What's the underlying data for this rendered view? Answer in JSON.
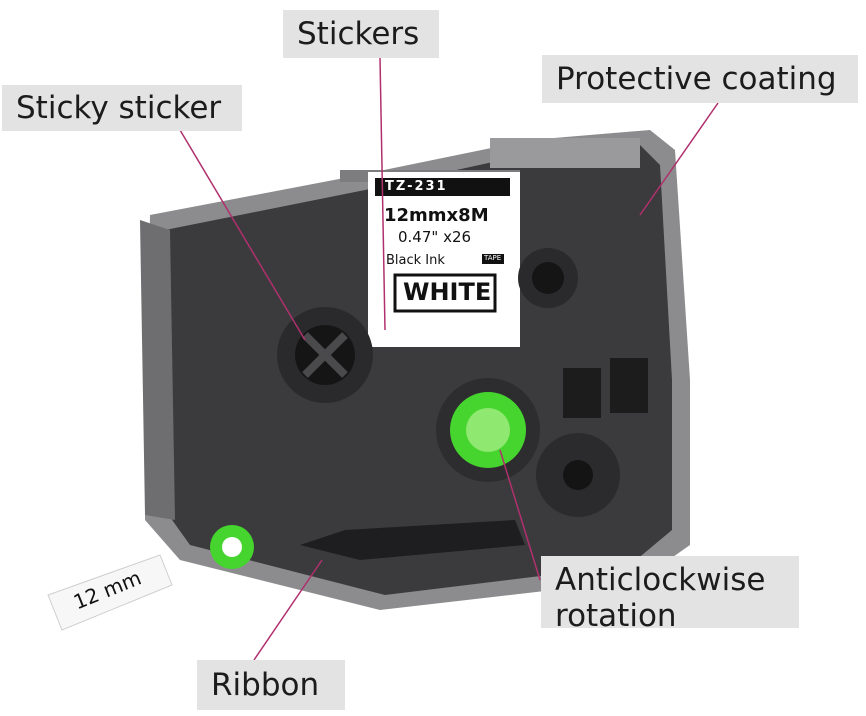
{
  "callouts": {
    "stickers": "Stickers",
    "sticky_sticker": "Sticky sticker",
    "protective_coating": "Protective coating",
    "anticlockwise_line1": "Anticlockwise",
    "anticlockwise_line2": "rotation",
    "ribbon": "Ribbon"
  },
  "cartridge_label": {
    "model": "TZ-231",
    "size": "12mmx8M",
    "inch": "0.47\" x26",
    "ink": "Black Ink",
    "tape_badge": "TAPE",
    "color": "WHITE"
  },
  "tape_text": "12 mm",
  "colors": {
    "callout_bg": "#e3e3e3",
    "leader_line": "#b0306e",
    "cartridge_body": "#3b3b3d",
    "spool_green": "#46d42e"
  }
}
